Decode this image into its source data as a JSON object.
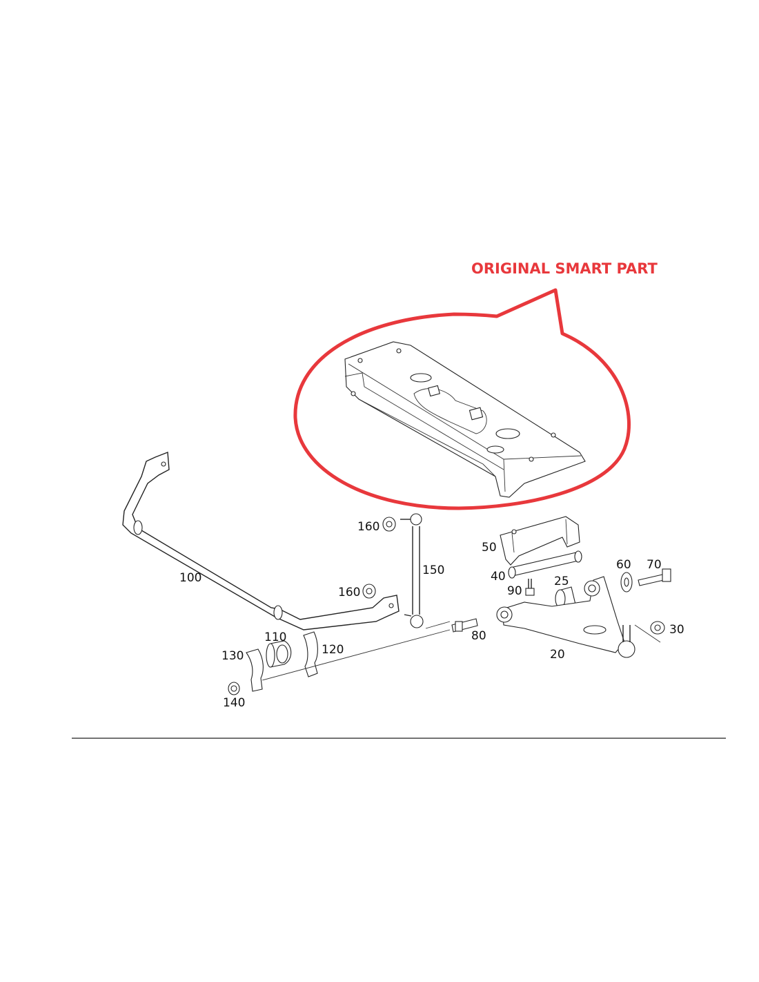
{
  "highlight": {
    "label": "ORIGINAL SMART PART",
    "color": "#e8383c"
  },
  "parts": [
    {
      "number": "160"
    },
    {
      "number": "150"
    },
    {
      "number": "100"
    },
    {
      "number": "160"
    },
    {
      "number": "50"
    },
    {
      "number": "60"
    },
    {
      "number": "70"
    },
    {
      "number": "40"
    },
    {
      "number": "25"
    },
    {
      "number": "90"
    },
    {
      "number": "30"
    },
    {
      "number": "80"
    },
    {
      "number": "110"
    },
    {
      "number": "120"
    },
    {
      "number": "130"
    },
    {
      "number": "20"
    },
    {
      "number": "140"
    }
  ]
}
